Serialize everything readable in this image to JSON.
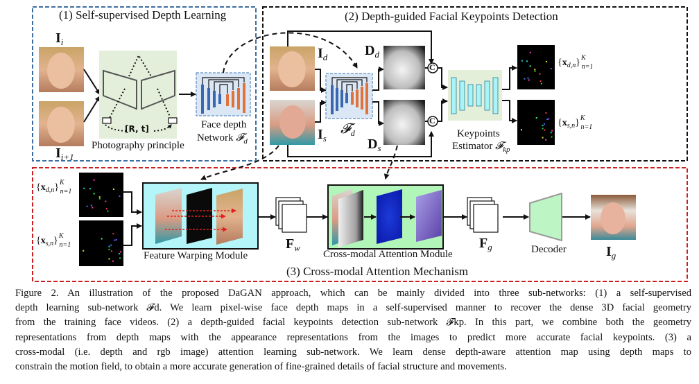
{
  "figure": {
    "sections": {
      "s1": {
        "title": "(1) Self-supervised  Depth Learning",
        "border_color": "#3c6e9f"
      },
      "s2": {
        "title": "(2) Depth-guided Facial Keypoints Detection",
        "border_color": "#111111"
      },
      "s3": {
        "title": "(3) Cross-modal Attention Mechanism",
        "border_color": "#cc1f1f"
      }
    },
    "s1": {
      "frame_i": {
        "sym": "I",
        "sub": "i"
      },
      "frame_i1": {
        "sym": "I",
        "sub": "i+1"
      },
      "photo_label": "Photography principle",
      "pose_label": "[R, t]",
      "net_label_line1": "Face depth",
      "net_label_line2": "Network ",
      "net_sym": "𝓕",
      "net_sub": "d"
    },
    "s2": {
      "driving": {
        "sym": "I",
        "sub": "d"
      },
      "source": {
        "sym": "I",
        "sub": "s"
      },
      "depth_net": {
        "sym": "𝓕",
        "sub": "d"
      },
      "depth_d": {
        "sym": "D",
        "sub": "d"
      },
      "depth_s": {
        "sym": "D",
        "sub": "s"
      },
      "concat": "C",
      "kp_label_line1": "Keypoints",
      "kp_label_line2": "Estimator ",
      "kp_sym": "𝓕",
      "kp_sub": "kp",
      "kp_set_d": {
        "sym": "x",
        "sub": "d,n",
        "sup": "K",
        "range": "n=1"
      },
      "kp_set_s": {
        "sym": "x",
        "sub": "s,n",
        "sup": "K",
        "range": "n=1"
      }
    },
    "s3": {
      "kp_set_d": {
        "sym": "x",
        "sub": "d,n",
        "sup": "K",
        "range": "n=1"
      },
      "kp_set_s": {
        "sym": "x",
        "sub": "s,n",
        "sup": "K",
        "range": "n=1"
      },
      "warp_label": "Feature Warping Module",
      "fw": {
        "sym": "F",
        "sub": "w"
      },
      "attn_label": "Cross-modal Attention Module",
      "fg": {
        "sym": "F",
        "sub": "g"
      },
      "decoder_label": "Decoder",
      "output": {
        "sym": "I",
        "sub": "g"
      }
    },
    "colors": {
      "encoder_blue": "#3a68b0",
      "decoder_orange": "#e0733a",
      "net_bg": "#dce7f5",
      "photo_bg": "#e3efdb",
      "kp_bg": "#e4efd9",
      "kp_bar": "#a8f4f8",
      "warp_bg": "#b3f5f8",
      "attn_bg": "#b2f5b8",
      "decoder_fill": "#bdf5c4"
    }
  },
  "caption": {
    "lines": [
      "Figure 2.  An illustration of the proposed DaGAN approach, which can be mainly divided into three sub-networks: (1) a self-supervised",
      "depth learning sub-network 𝓕d. We learn pixel-wise face depth maps in a self-supervised manner to recover the dense 3D facial geometry",
      "from the training face videos. (2) a depth-guided facial keypoints detection sub-network 𝓕kp. In this part, we combine both the geometry",
      "representations from depth maps with the appearance representations from the images to predict more accurate facial keypoints.  (3) a",
      "cross-modal (i.e. depth and rgb image) attention learning sub-network.  We learn dense depth-aware attention map using depth maps to",
      "constrain the motion field, to obtain a more accurate generation of fine-grained details of facial structure and movements."
    ]
  }
}
